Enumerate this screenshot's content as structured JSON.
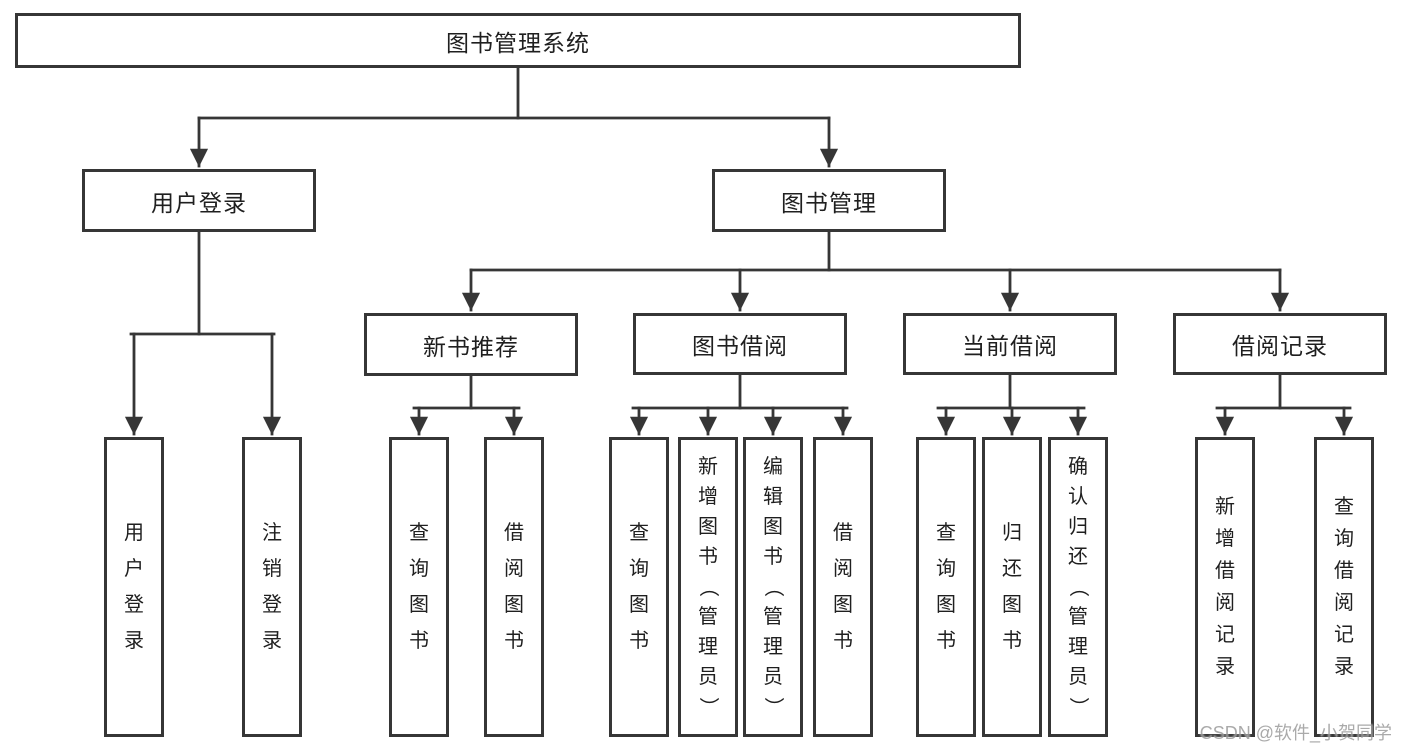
{
  "diagram": {
    "tree": {
      "label": "图书管理系统",
      "children": [
        {
          "label": "用户登录",
          "children": [
            {
              "label": "用户登录"
            },
            {
              "label": "注销登录"
            }
          ]
        },
        {
          "label": "图书管理",
          "children": [
            {
              "label": "新书推荐",
              "children": [
                {
                  "label": "查询图书"
                },
                {
                  "label": "借阅图书"
                }
              ]
            },
            {
              "label": "图书借阅",
              "children": [
                {
                  "label": "查询图书"
                },
                {
                  "label": "新增图书（管理员）"
                },
                {
                  "label": "编辑图书（管理员）"
                },
                {
                  "label": "借阅图书"
                }
              ]
            },
            {
              "label": "当前借阅",
              "children": [
                {
                  "label": "查询图书"
                },
                {
                  "label": "归还图书"
                },
                {
                  "label": "确认归还（管理员）"
                }
              ]
            },
            {
              "label": "借阅记录",
              "children": [
                {
                  "label": "新增借阅记录"
                },
                {
                  "label": "查询借阅记录"
                }
              ]
            }
          ]
        }
      ]
    },
    "watermark": "CSDN @软件_小贺同学",
    "colors": {
      "line": "#363636",
      "text": "#1f1f1f",
      "watermark": "#9c9c9c",
      "background": "#ffffff"
    }
  }
}
